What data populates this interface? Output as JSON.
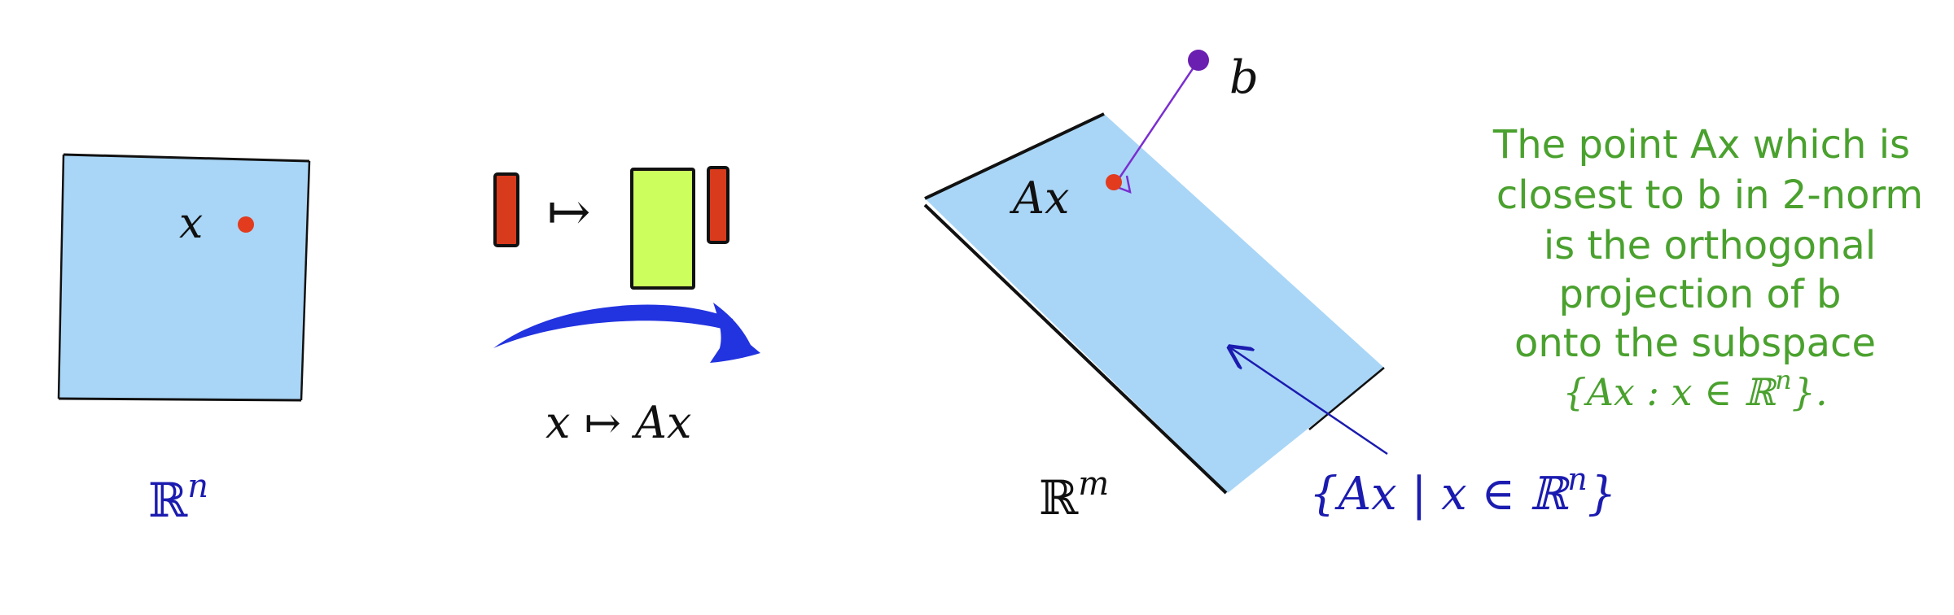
{
  "colors": {
    "plane_fill": "#a9d6f7",
    "outline": "#111111",
    "point_red": "#e23b1e",
    "point_purple": "#6a1fb0",
    "purple_line": "#7a2ed0",
    "arrow_blue": "#2233e0",
    "label_blue": "#1b1bb0",
    "vector_red": "#d83a1c",
    "matrix_green": "#ccff5e",
    "note_green": "#4aa12e"
  },
  "domain_space": {
    "label_base": "ℝ",
    "label_sup": "n",
    "point_label": "x"
  },
  "mapping": {
    "maps_to_symbol": "↦",
    "caption": "x ↦ Ax"
  },
  "codomain_space": {
    "label_base": "ℝ",
    "label_sup": "m",
    "point_label": "Ax",
    "target_label": "b",
    "subspace_label_main": "{Ax | x ∈ ℝ",
    "subspace_label_sup": "n",
    "subspace_label_end": "}"
  },
  "note": {
    "lines": [
      "The point Ax which is",
      "closest to b in 2-norm",
      "is the orthogonal",
      "projection of b",
      "onto the subspace"
    ],
    "set_main": "{Ax : x ∈ ℝ",
    "set_sup": "n",
    "set_end": "}."
  }
}
